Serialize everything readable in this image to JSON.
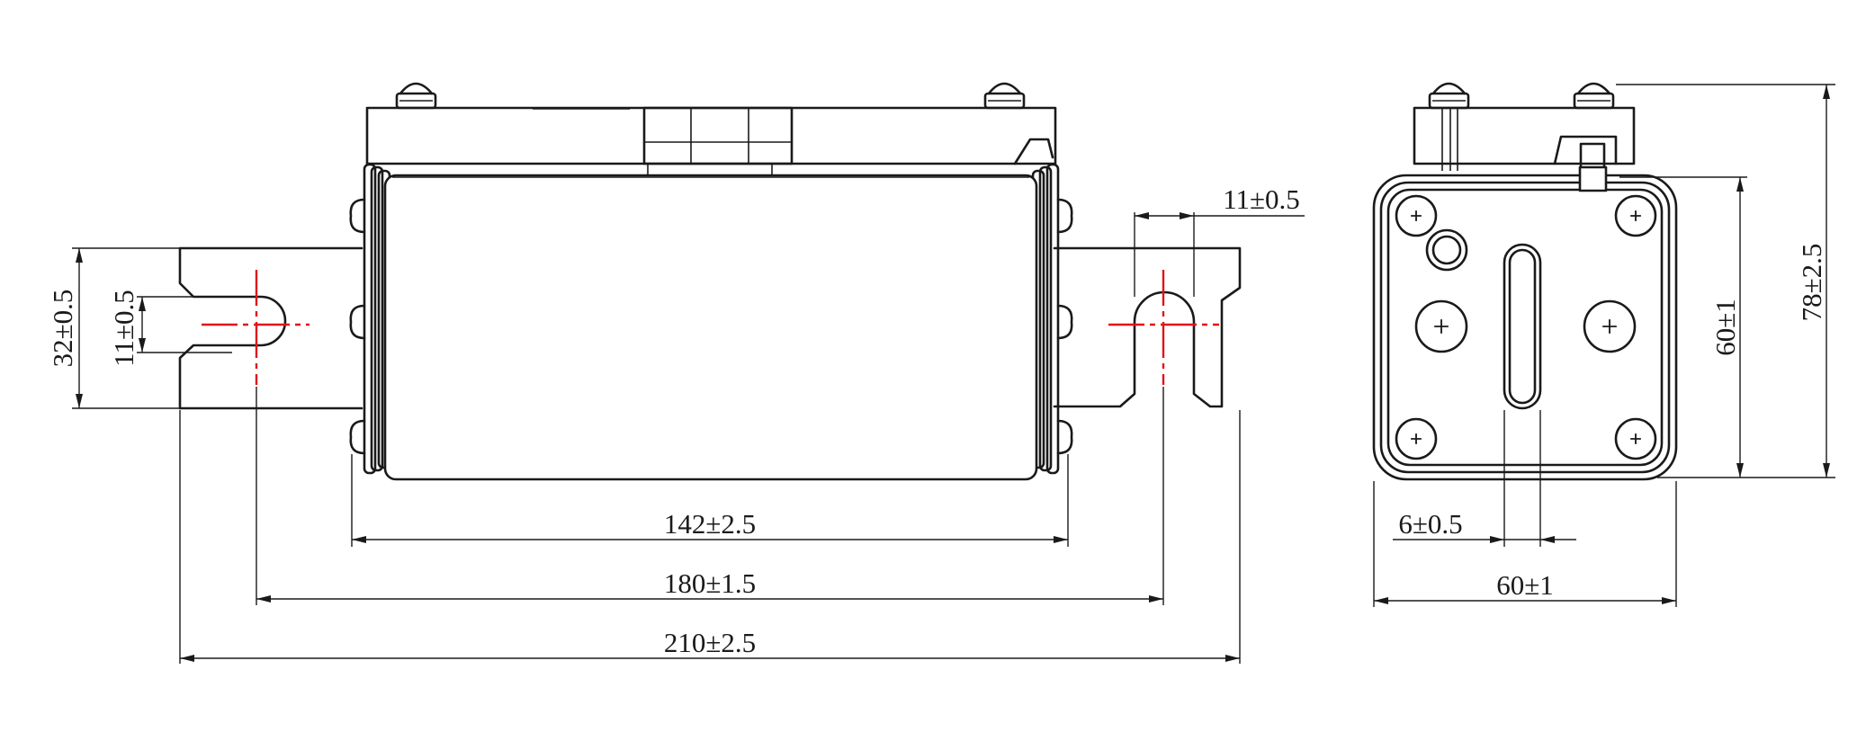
{
  "drawing": {
    "front_view": {
      "dims": {
        "body_length": "142±2.5",
        "hole_pitch": "180±1.5",
        "overall_length": "210±2.5",
        "blade_width": "32±0.5",
        "slot_width": "11±0.5",
        "slot_width_right": "11±0.5"
      }
    },
    "side_view": {
      "dims": {
        "body_height": "60±1",
        "overall_height": "78±2.5",
        "body_width": "60±1",
        "slot_width": "6±0.5"
      }
    },
    "colors": {
      "outline": "#1a1a1a",
      "centerline": "#e0161b"
    }
  }
}
